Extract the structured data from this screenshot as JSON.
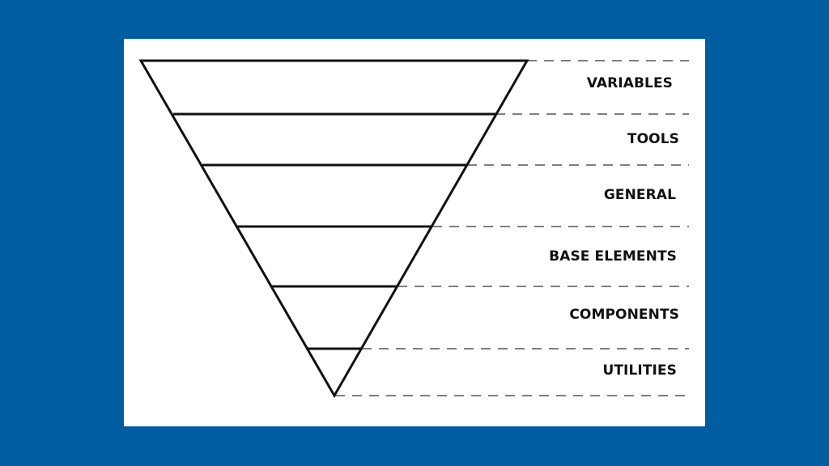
{
  "layers": [
    {
      "label": "VARIABLES"
    },
    {
      "label": "TOOLS"
    },
    {
      "label": "GENERAL"
    },
    {
      "label": "BASE ELEMENTS"
    },
    {
      "label": "COMPONENTS"
    },
    {
      "label": "UTILITIES"
    }
  ],
  "colors": {
    "background": "#005da0",
    "card": "#ffffff",
    "stroke": "#111111",
    "dash": "#555555"
  }
}
